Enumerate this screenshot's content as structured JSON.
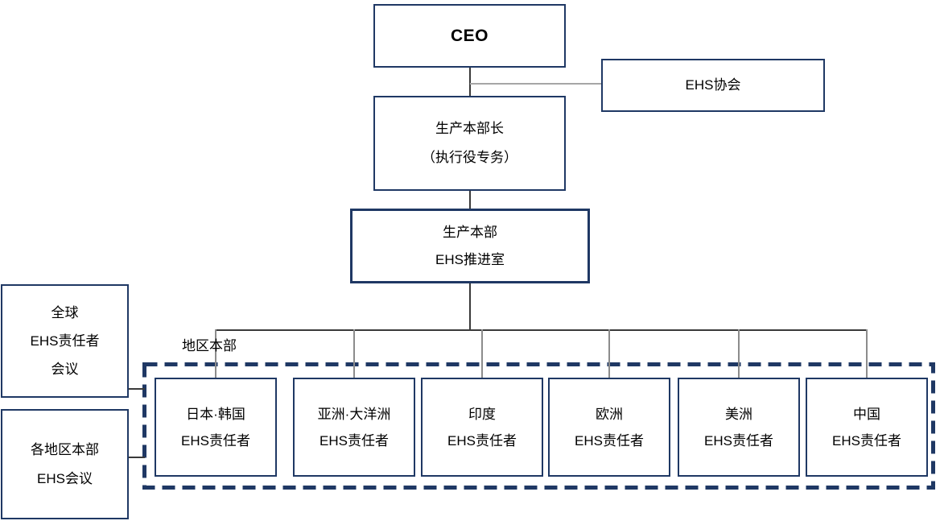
{
  "diagram": {
    "type": "org-chart",
    "nodes": {
      "ceo": {
        "label": "CEO"
      },
      "ehs_association": {
        "label": "EHS协会"
      },
      "production_head": {
        "line1": "生产本部长",
        "line2": "（执行役专务）"
      },
      "ehs_office": {
        "line1": "生产本部",
        "line2": "EHS推进室"
      },
      "global_meeting": {
        "line1": "全球",
        "line2": "EHS责任者",
        "line3": "会议"
      },
      "regional_meeting": {
        "line1": "各地区本部",
        "line2": "EHS会议"
      },
      "regional_hq_group_label": "地区本部",
      "regions": [
        {
          "line1": "日本·韩国",
          "line2": "EHS责任者"
        },
        {
          "line1": "亚洲·大洋洲",
          "line2": "EHS责任者"
        },
        {
          "line1": "印度",
          "line2": "EHS责任者"
        },
        {
          "line1": "欧洲",
          "line2": "EHS责任者"
        },
        {
          "line1": "美洲",
          "line2": "EHS责任者"
        },
        {
          "line1": "中国",
          "line2": "EHS责任者"
        }
      ]
    },
    "colors": {
      "box_border": "#1F3864",
      "dashed_border": "#1F3864",
      "connector_dark": "#3A3A3A",
      "connector_gray": "#8C8C8C",
      "connector_light": "#A6A6A6",
      "text": "#000000",
      "background": "#FFFFFF"
    }
  }
}
